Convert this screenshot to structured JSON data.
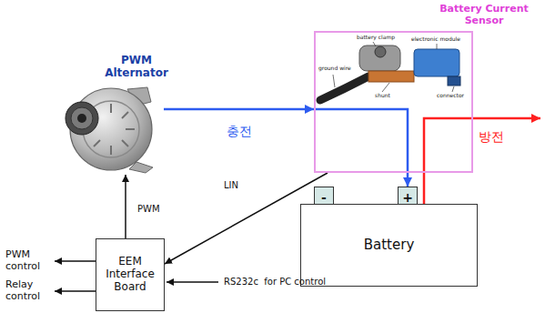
{
  "diagram": {
    "nodes": [
      {
        "text": [
          "PWM Alternator"
        ]
      },
      {
        "text": [
          "Battery Current Sensor"
        ]
      },
      {
        "text": [
          "-"
        ]
      },
      {
        "text": [
          "+"
        ]
      },
      {
        "text": [
          "Battery"
        ]
      },
      {
        "text": [
          "EEM",
          "Interface Board"
        ]
      }
    ],
    "edges": [
      {
        "from": 0,
        "to": 1,
        "label": "충전",
        "arrow": "to"
      },
      {
        "from": 1,
        "to": 3,
        "arrow": "to"
      },
      {
        "from": 5,
        "to": 0,
        "label": "PWM",
        "arrow": "to"
      },
      {
        "from": 1,
        "to": 5,
        "label": "LIN",
        "arrow": "to"
      }
    ],
    "labels": [
      "battery clamp",
      "electronic module",
      "ground wire",
      "shunt",
      "connector",
      "방전",
      "PWM control",
      "Relay control",
      "RS232c  for PC control"
    ]
  }
}
